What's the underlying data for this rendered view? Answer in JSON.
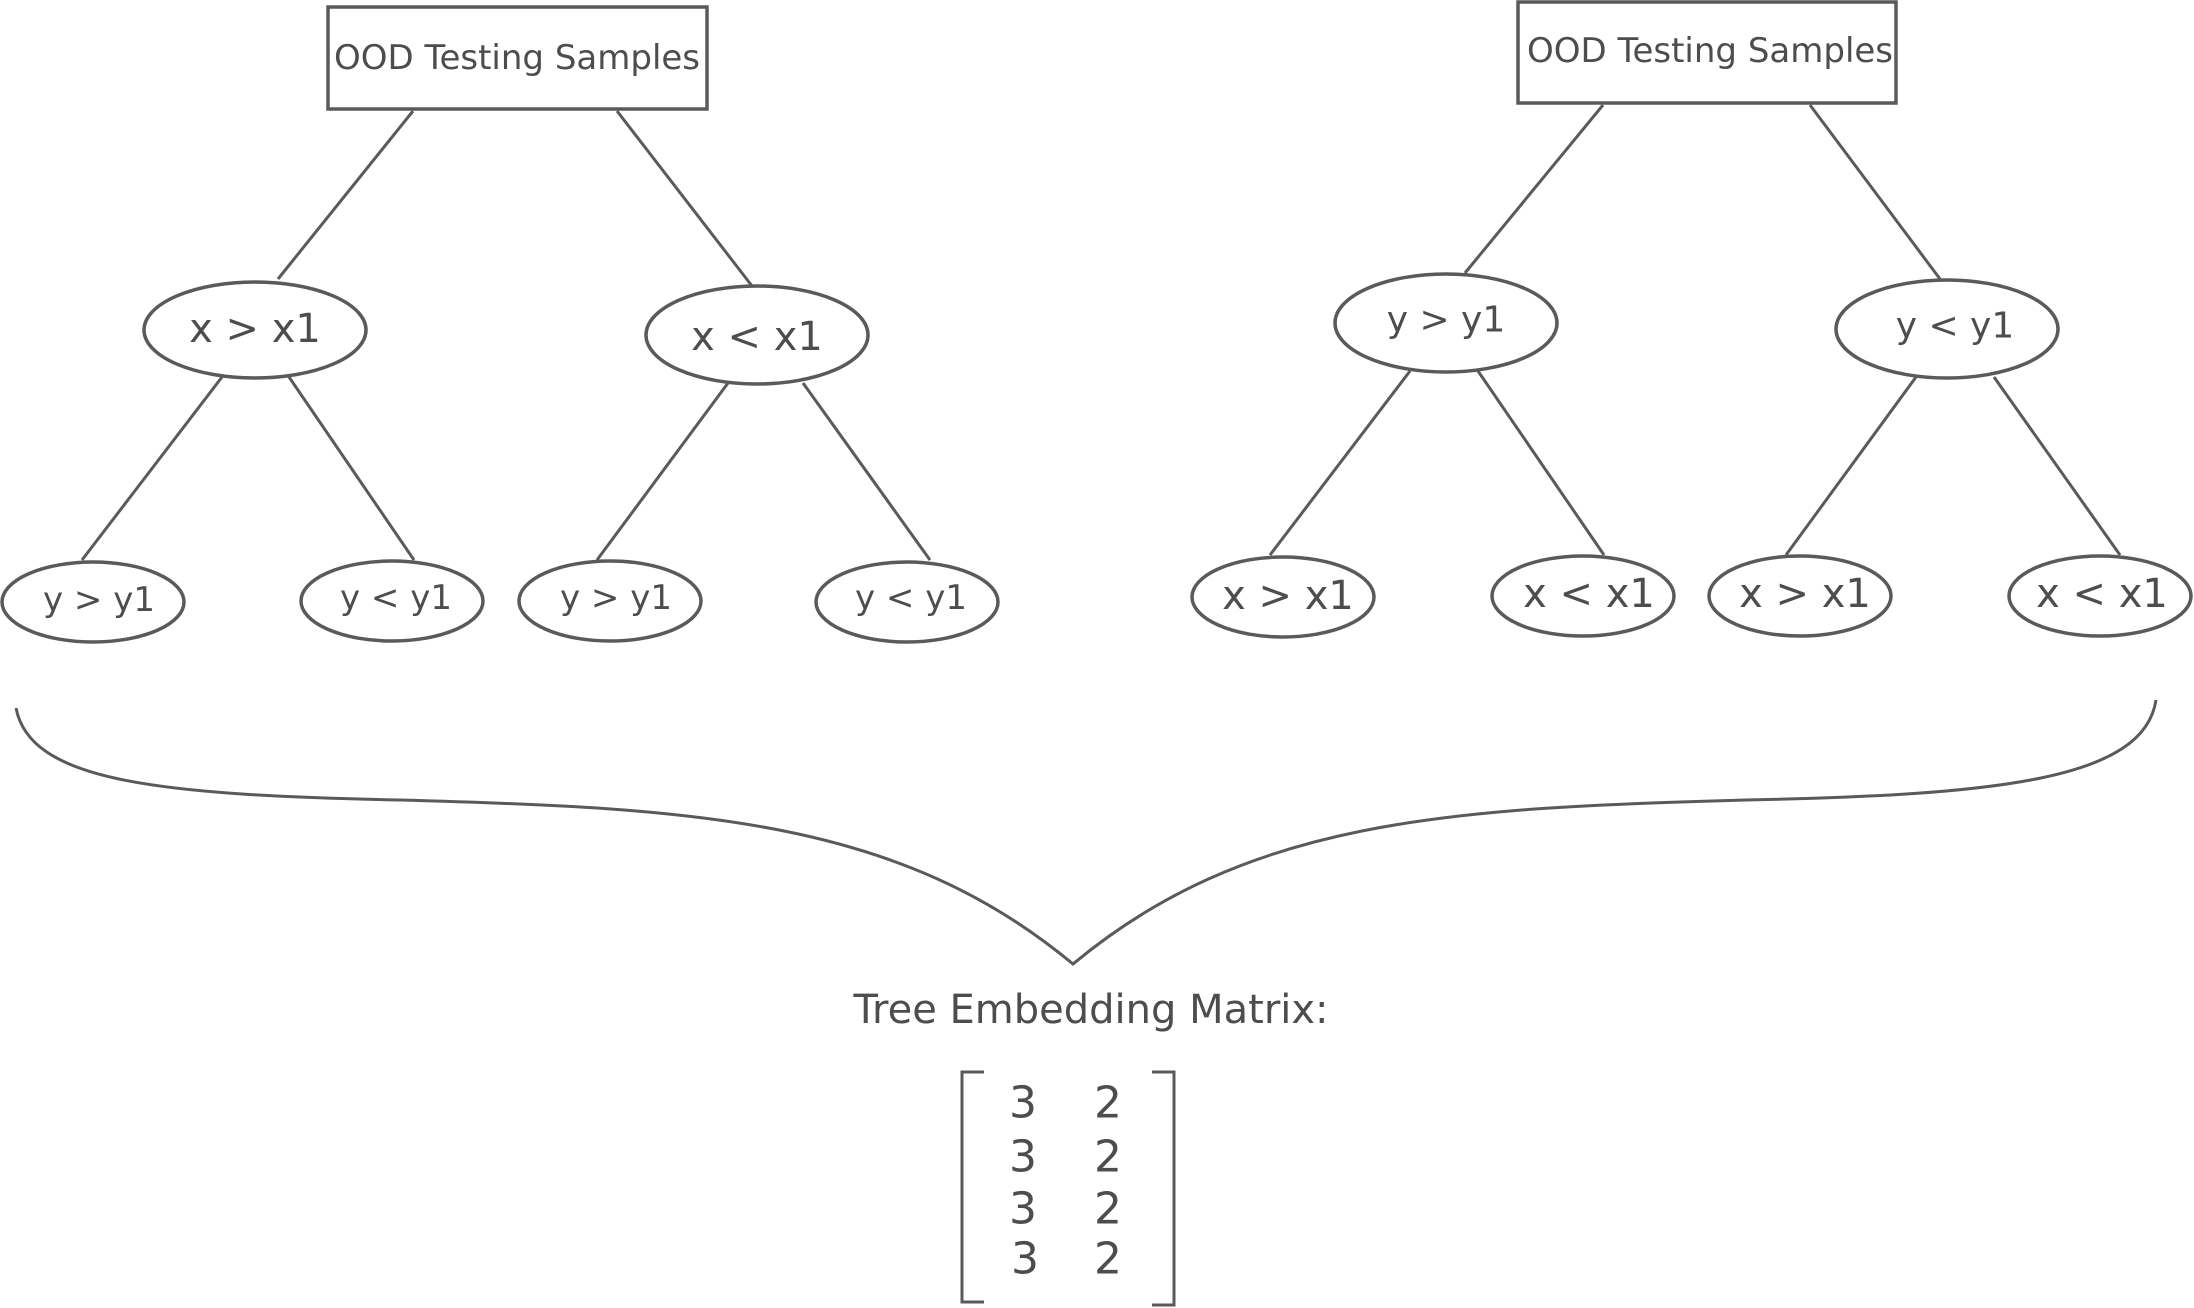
{
  "left_tree": {
    "root": "OOD Testing Samples",
    "level1": [
      "x > x1",
      "x < x1"
    ],
    "level2": [
      "y > y1",
      "y < y1",
      "y > y1",
      "y < y1"
    ]
  },
  "right_tree": {
    "root": "OOD Testing Samples",
    "level1": [
      "y > y1",
      "y < y1"
    ],
    "level2": [
      "x > x1",
      "x < x1",
      "x > x1",
      "x < x1"
    ]
  },
  "matrix": {
    "title": "Tree Embedding Matrix:",
    "rows": [
      [
        "3",
        "2"
      ],
      [
        "3",
        "2"
      ],
      [
        "3",
        "2"
      ],
      [
        "3",
        "2"
      ]
    ]
  }
}
